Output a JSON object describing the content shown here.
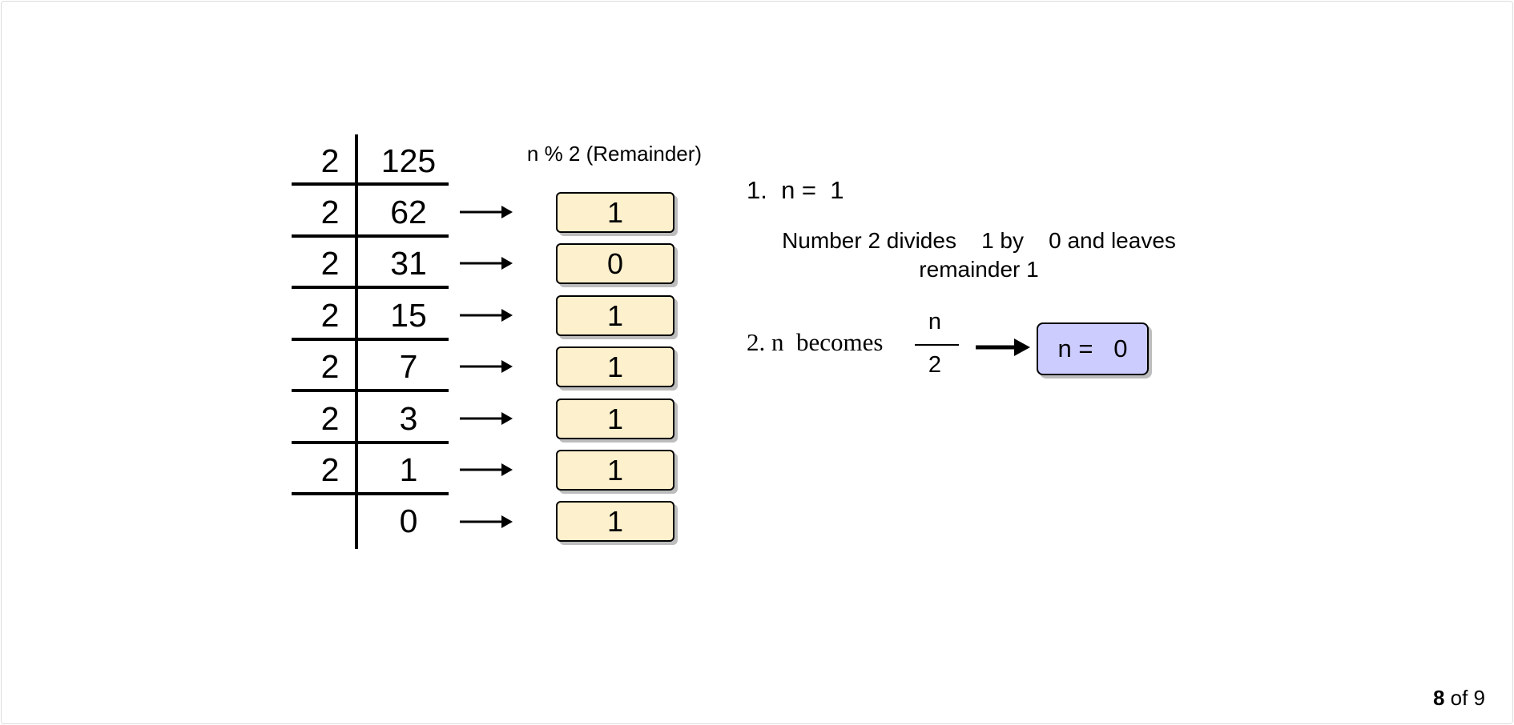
{
  "division_table": {
    "rows": [
      {
        "divisor": "2",
        "quotient": "125"
      },
      {
        "divisor": "2",
        "quotient": "62"
      },
      {
        "divisor": "2",
        "quotient": "31"
      },
      {
        "divisor": "2",
        "quotient": "15"
      },
      {
        "divisor": "2",
        "quotient": "7"
      },
      {
        "divisor": "2",
        "quotient": "3"
      },
      {
        "divisor": "2",
        "quotient": "1"
      },
      {
        "divisor": "",
        "quotient": "0"
      }
    ]
  },
  "remainders": {
    "header": "n % 2 (Remainder)",
    "values": [
      "1",
      "0",
      "1",
      "1",
      "1",
      "1",
      "1"
    ]
  },
  "steps": {
    "step1_label": "1.  n =  1",
    "explanation_line1": "Number 2 divides    1 by    0 and leaves",
    "explanation_line2": "remainder 1",
    "step2_label": "2. n  becomes",
    "fraction_numerator": "n",
    "fraction_denominator": "2",
    "result_box": "n =   0"
  },
  "pager": {
    "current": "8",
    "suffix": " of 9"
  }
}
